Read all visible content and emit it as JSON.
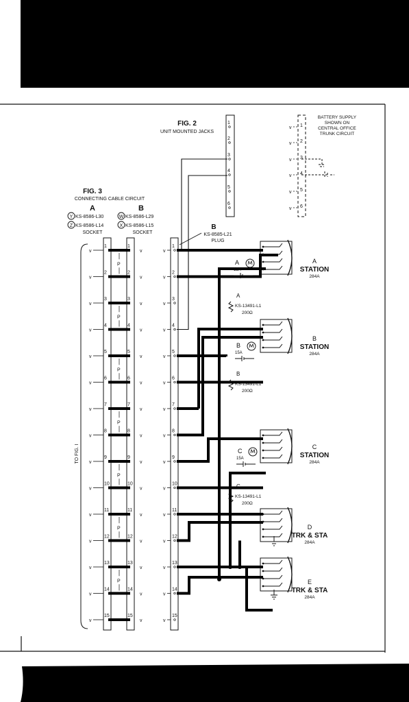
{
  "fig2": {
    "title": "FIG. 2",
    "subtitle": "UNIT MOUNTED JACKS",
    "jacks": [
      "1",
      "2",
      "3",
      "4",
      "5",
      "6"
    ]
  },
  "battery": {
    "line1": "BATTERY SUPPLY",
    "line2": "SHOWN ON",
    "line3": "CENTRAL OFFICE",
    "line4": "TRUNK CIRCUIT"
  },
  "fig3": {
    "title": "FIG. 3",
    "subtitle": "CONNECTING CABLE CIRCUIT",
    "colA": "A",
    "colB": "B",
    "y": "KS-8586-L30",
    "w": "KS-8586-L29",
    "z": "KS-8586-L14",
    "x": "KS-8586-L15",
    "y_tag": "Y",
    "w_tag": "W",
    "z_tag": "Z",
    "x_tag": "X",
    "socketA": "SOCKET",
    "socketB": "SOCKET"
  },
  "plug": {
    "letter": "B",
    "code": "KS-8585-L21",
    "label": "PLUG"
  },
  "to_fig": "TO FIG. I",
  "terminals": [
    "1",
    "2",
    "3",
    "4",
    "5",
    "6",
    "7",
    "8",
    "9",
    "10",
    "11",
    "12",
    "13",
    "14",
    "15"
  ],
  "pair_label": "P",
  "stations": [
    {
      "letter": "A",
      "name": "STATION",
      "code": "284A",
      "lamp": "A",
      "lamp_code": "15A",
      "res_letter": "A",
      "res_code": "KS-13491-L1",
      "res_val": "200Ω"
    },
    {
      "letter": "B",
      "name": "STATION",
      "code": "284A",
      "lamp": "B",
      "lamp_code": "15A",
      "res_letter": "B",
      "res_code": "KS-13491-L1",
      "res_val": "200Ω"
    },
    {
      "letter": "C",
      "name": "STATION",
      "code": "284A",
      "lamp": "C",
      "lamp_code": "15A",
      "res_letter": "C",
      "res_code": "KS-13491-L1",
      "res_val": "200Ω"
    },
    {
      "letter": "D",
      "name": "TRK & STA",
      "code": "284A"
    },
    {
      "letter": "E",
      "name": "TRK & STA",
      "code": "284A"
    }
  ]
}
